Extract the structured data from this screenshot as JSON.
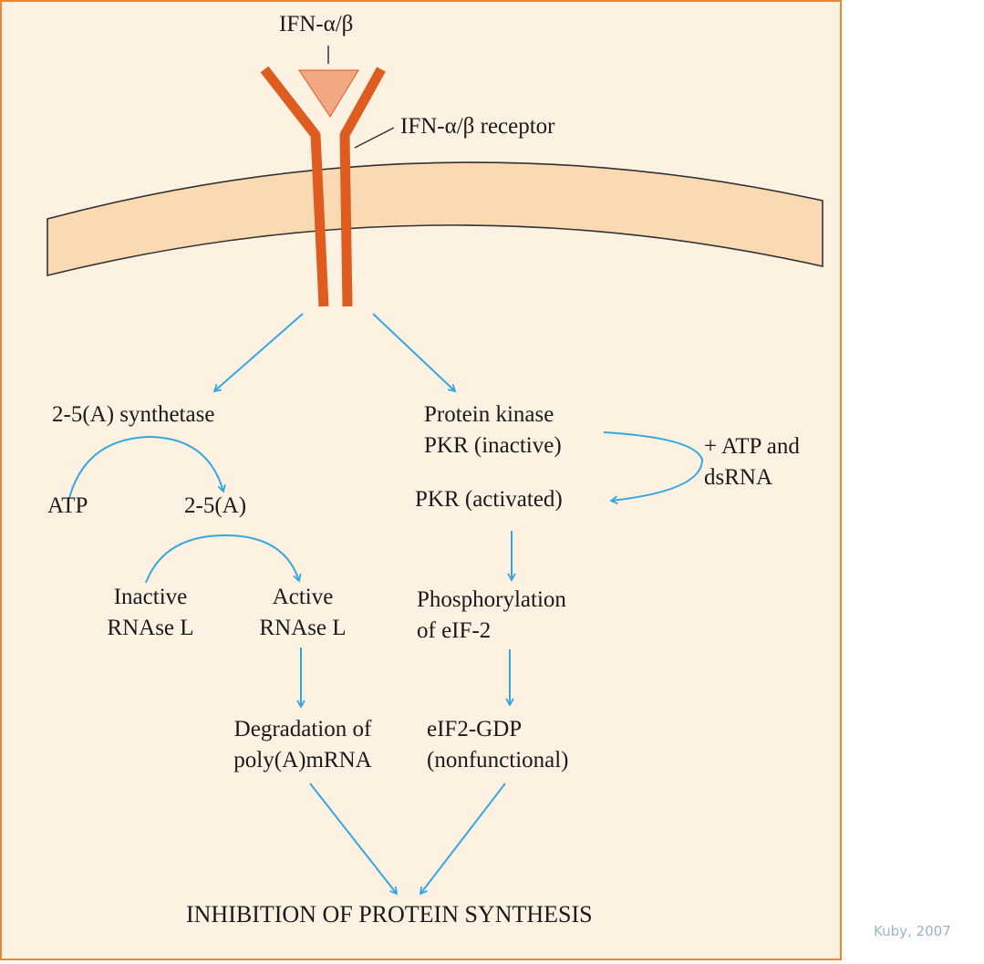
{
  "figure": {
    "ligand_label": "IFN-α/β",
    "receptor_label": "IFN-α/β receptor",
    "left_pathway": {
      "enzyme": "2-5(A) synthetase",
      "substrate": "ATP",
      "product": "2-5(A)",
      "inactive_enzyme": [
        "Inactive",
        "RNAse L"
      ],
      "active_enzyme": [
        "Active",
        "RNAse L"
      ],
      "outcome": [
        "Degradation of",
        "poly(A)mRNA"
      ]
    },
    "right_pathway": {
      "kinase": [
        "Protein kinase",
        "PKR (inactive)"
      ],
      "cofactors": [
        "+ ATP and",
        "dsRNA"
      ],
      "activated": "PKR (activated)",
      "phosphorylation": [
        "Phosphorylation",
        "of eIF-2"
      ],
      "outcome": [
        "eIF2-GDP",
        "(nonfunctional)"
      ]
    },
    "final_outcome": "INHIBITION OF PROTEIN SYNTHESIS"
  },
  "credit": "Kuby, 2007",
  "colors": {
    "border": "#e8873a",
    "background": "#fdf1e2",
    "membrane_fill": "#fbd9b3",
    "membrane_stroke": "#333333",
    "receptor": "#de5c20",
    "ligand": "#f2a882",
    "arrow": "#35a7e0",
    "text": "#1a1a1a",
    "credit": "#9ab3c8"
  }
}
